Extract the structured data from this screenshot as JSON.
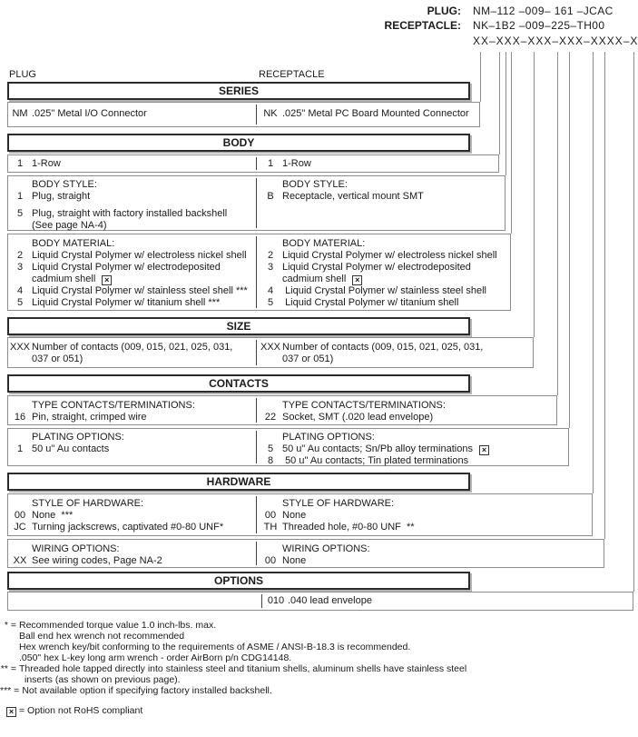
{
  "part_numbers": {
    "plug_label": "PLUG:",
    "plug_value": "NM–112 –009– 161 –JCAC",
    "receptacle_label": "RECEPTACLE:",
    "receptacle_value": "NK–1B2 –009–225–TH00",
    "code_mask": "XX–XXX–XXX–XXX–XXXX–XXX"
  },
  "columns": {
    "plug": "PLUG",
    "receptacle": "RECEPTACLE"
  },
  "icons": {
    "not_rohs": "×"
  },
  "series": {
    "title": "SERIES",
    "plug": [
      {
        "code": "NM",
        "desc": ".025\" Metal I/O Connector"
      }
    ],
    "recep": [
      {
        "code": "NK",
        "desc": ".025\" Metal PC Board Mounted Connector"
      }
    ]
  },
  "body": {
    "title": "BODY",
    "row": {
      "plug_code": "1",
      "plug_desc": "1-Row",
      "recep_code": "1",
      "recep_desc": "1-Row"
    },
    "style": {
      "plug_header": "BODY STYLE:",
      "plug": [
        {
          "code": "1",
          "desc": "Plug, straight"
        },
        {
          "code": "5",
          "desc": "Plug, straight with factory installed backshell",
          "cont": "(See page NA-4)"
        }
      ],
      "recep_header": "BODY STYLE:",
      "recep": [
        {
          "code": "B",
          "desc": "Receptacle, vertical mount SMT"
        }
      ]
    },
    "material": {
      "plug_header": "BODY MATERIAL:",
      "plug": [
        {
          "code": "2",
          "desc": "Liquid Crystal Polymer w/ electroless nickel shell"
        },
        {
          "code": "3",
          "desc": "Liquid Crystal Polymer w/ electrodeposited",
          "cont": "cadmium shell"
        },
        {
          "code": "4",
          "desc": "Liquid Crystal Polymer w/ stainless steel shell ***"
        },
        {
          "code": "5",
          "desc": "Liquid Crystal Polymer w/ titanium shell ***"
        }
      ],
      "recep_header": "BODY MATERIAL:",
      "recep": [
        {
          "code": "2",
          "desc": "Liquid Crystal Polymer w/ electroless nickel shell"
        },
        {
          "code": "3",
          "desc": "Liquid Crystal Polymer w/ electrodeposited",
          "cont": "cadmium shell"
        },
        {
          "code": "4",
          "desc": " Liquid Crystal Polymer w/ stainless steel shell"
        },
        {
          "code": "5",
          "desc": " Liquid Crystal Polymer w/ titanium shell"
        }
      ]
    }
  },
  "size": {
    "title": "SIZE",
    "plug": {
      "code": "XXX",
      "desc": "Number of contacts (009, 015, 021, 025, 031,",
      "cont": "037 or 051)"
    },
    "recep": {
      "code": "XXX",
      "desc": "Number of contacts (009, 015, 021, 025, 031,",
      "cont": "037 or 051)"
    }
  },
  "contacts": {
    "title": "CONTACTS",
    "type": {
      "plug_header": "TYPE CONTACTS/TERMINATIONS:",
      "plug": [
        {
          "code": "16",
          "desc": "Pin, straight, crimped wire"
        }
      ],
      "recep_header": "TYPE CONTACTS/TERMINATIONS:",
      "recep": [
        {
          "code": "22",
          "desc": "Socket, SMT (.020 lead envelope)"
        }
      ]
    },
    "plating": {
      "plug_header": "PLATING OPTIONS:",
      "plug": [
        {
          "code": "1",
          "desc": "50 u\" Au contacts"
        }
      ],
      "recep_header": "PLATING OPTIONS:",
      "recep": [
        {
          "code": "5",
          "desc": "50 u\" Au contacts; Sn/Pb alloy terminations"
        },
        {
          "code": "8",
          "desc": " 50 u\" Au contacts; Tin plated terminations"
        }
      ]
    }
  },
  "hardware": {
    "title": "HARDWARE",
    "style": {
      "plug_header": "STYLE OF HARDWARE:",
      "plug": [
        {
          "code": "00",
          "desc": "None  ***"
        },
        {
          "code": "JC",
          "desc": "Turning jackscrews, captivated #0-80 UNF*"
        }
      ],
      "recep_header": "STYLE OF HARDWARE:",
      "recep": [
        {
          "code": "00",
          "desc": "None"
        },
        {
          "code": "TH",
          "desc": "Threaded hole, #0-80 UNF  **"
        }
      ]
    },
    "wiring": {
      "plug_header": "WIRING OPTIONS:",
      "plug": [
        {
          "code": "XX",
          "desc": "See wiring codes, Page NA-2"
        }
      ],
      "recep_header": "WIRING OPTIONS:",
      "recep": [
        {
          "code": "00",
          "desc": "None"
        }
      ]
    }
  },
  "options": {
    "title": "OPTIONS",
    "recep": [
      {
        "code": "010",
        "desc": ".040 lead envelope"
      }
    ]
  },
  "footnotes": {
    "f1_marker": "* =",
    "f1_lines": [
      "Recommended torque value 1.0 inch-lbs. max.",
      "Ball end hex wrench not recommended",
      "Hex wrench key/bit conforming to the requirements of ASME / ANSI-B-18.3 is recommended.",
      ".050\" hex L-key long arm wrench - order AirBorn p/n CDG14148."
    ],
    "f2_marker": "** =",
    "f2_lines": [
      "Threaded hole tapped directly into stainless steel and titanium shells, aluminum shells have stainless steel",
      "inserts (as shown on previous page)."
    ],
    "f3_marker": "*** =",
    "f3_lines": [
      "Not available option if specifying factory installed backshell."
    ],
    "rohs_text": "= Option not RoHS compliant"
  }
}
